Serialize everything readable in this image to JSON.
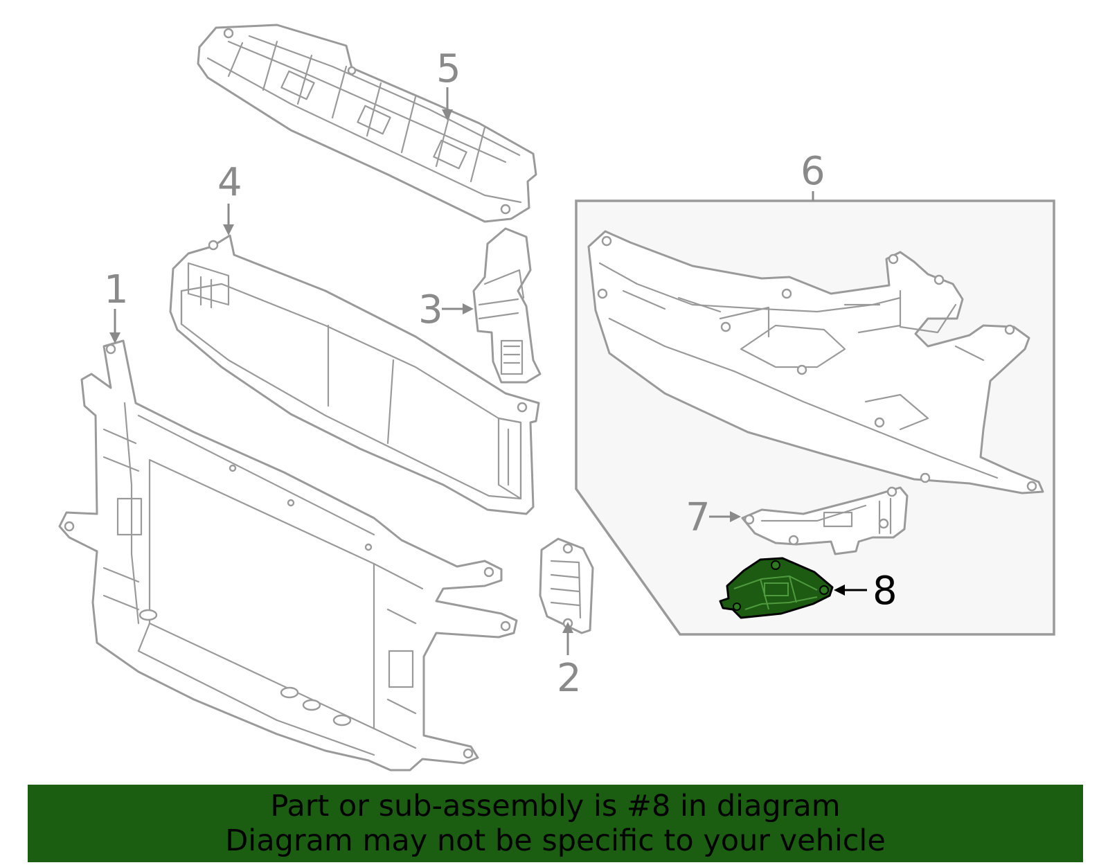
{
  "callouts": {
    "c1": "1",
    "c2": "2",
    "c3": "3",
    "c4": "4",
    "c5": "5",
    "c6": "6",
    "c7": "7",
    "c8": "8"
  },
  "highlighted_part": "8",
  "colors": {
    "highlight_fill": "#1d5b12",
    "banner_bg": "#1b5e12",
    "line_gray": "#9a9a9a",
    "inset_bg": "#f7f7f7"
  },
  "banner": {
    "line1": "Part or sub-assembly is #8 in diagram",
    "line2": "Diagram may not be specific to your vehicle"
  }
}
